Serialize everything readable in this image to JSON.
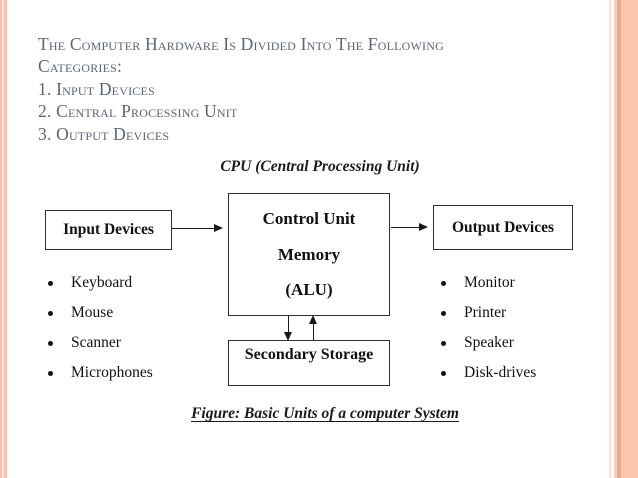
{
  "page": {
    "background": "#ffffff",
    "accent_border_color": "#f6c3a7",
    "accent_border_light": "#fae4db",
    "heading_color": "#5b6477"
  },
  "heading": {
    "intro_line1": "The Computer Hardware Is Divided Into The Following",
    "intro_line2": "Categories:",
    "items": [
      "1. Input Devices",
      "2. Central Processing Unit",
      "3. Output Devices"
    ]
  },
  "diagram": {
    "title": "CPU (Central Processing Unit)",
    "boxes": {
      "input": {
        "label": "Input Devices"
      },
      "cpu": {
        "lines": [
          "Control Unit",
          "Memory",
          "(ALU)"
        ]
      },
      "output": {
        "label": "Output Devices"
      },
      "storage": {
        "label": "Secondary Storage"
      }
    },
    "input_list": [
      "Keyboard",
      "Mouse",
      "Scanner",
      "Microphones"
    ],
    "output_list": [
      "Monitor",
      "Printer",
      "Speaker",
      "Disk-drives"
    ],
    "caption": "Figure: Basic Units of a computer System"
  }
}
